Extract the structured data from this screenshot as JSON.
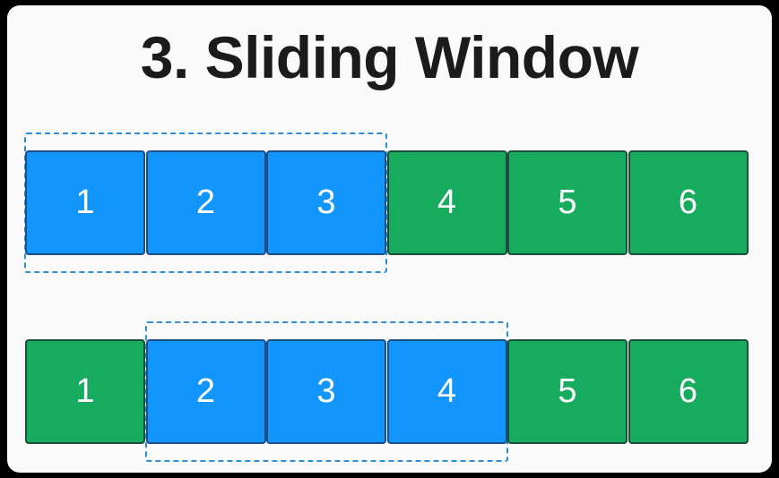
{
  "title": "3. Sliding Window",
  "colors": {
    "window_cell": "#1296fb",
    "other_cell": "#16ab5e",
    "window_outline": "#2f8fd6",
    "card_background": "#fafafa",
    "page_background": "#000000"
  },
  "rows": [
    {
      "cells": [
        "1",
        "2",
        "3",
        "4",
        "5",
        "6"
      ],
      "window_cells": [
        0,
        1,
        2
      ]
    },
    {
      "cells": [
        "1",
        "2",
        "3",
        "4",
        "5",
        "6"
      ],
      "window_cells": [
        1,
        2,
        3
      ]
    }
  ]
}
